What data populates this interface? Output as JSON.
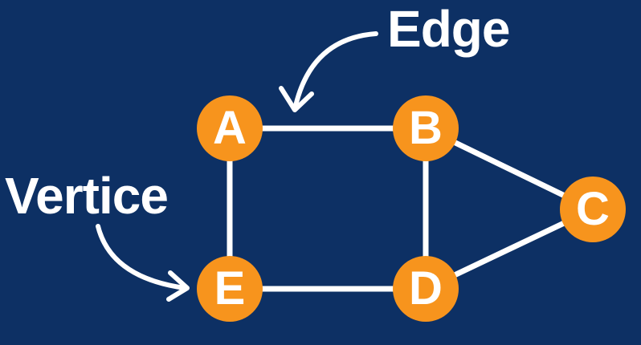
{
  "annotations": {
    "edge_label": "Edge",
    "vertex_label": "Vertice"
  },
  "graph": {
    "vertices": [
      {
        "id": "A",
        "label": "A"
      },
      {
        "id": "B",
        "label": "B"
      },
      {
        "id": "C",
        "label": "C"
      },
      {
        "id": "D",
        "label": "D"
      },
      {
        "id": "E",
        "label": "E"
      }
    ],
    "edges": [
      {
        "from": "A",
        "to": "B"
      },
      {
        "from": "A",
        "to": "E"
      },
      {
        "from": "B",
        "to": "D"
      },
      {
        "from": "B",
        "to": "C"
      },
      {
        "from": "D",
        "to": "C"
      },
      {
        "from": "E",
        "to": "D"
      }
    ]
  },
  "colors": {
    "background": "#0d3064",
    "vertex_fill": "#f7941d",
    "edge_stroke": "#ffffff",
    "text": "#ffffff"
  }
}
